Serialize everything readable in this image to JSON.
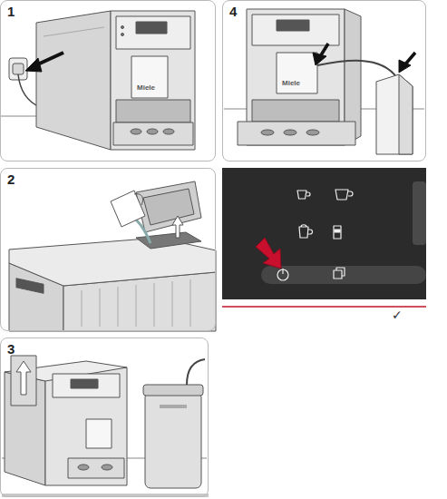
{
  "diagram": {
    "nodes": [
      {
        "text": [
          "1"
        ]
      },
      {
        "text": [
          "4"
        ]
      },
      {
        "text": [
          "2"
        ]
      },
      {
        "text": [
          "3"
        ]
      }
    ],
    "labels": [
      "✓",
      "Miele",
      "Miele"
    ]
  }
}
